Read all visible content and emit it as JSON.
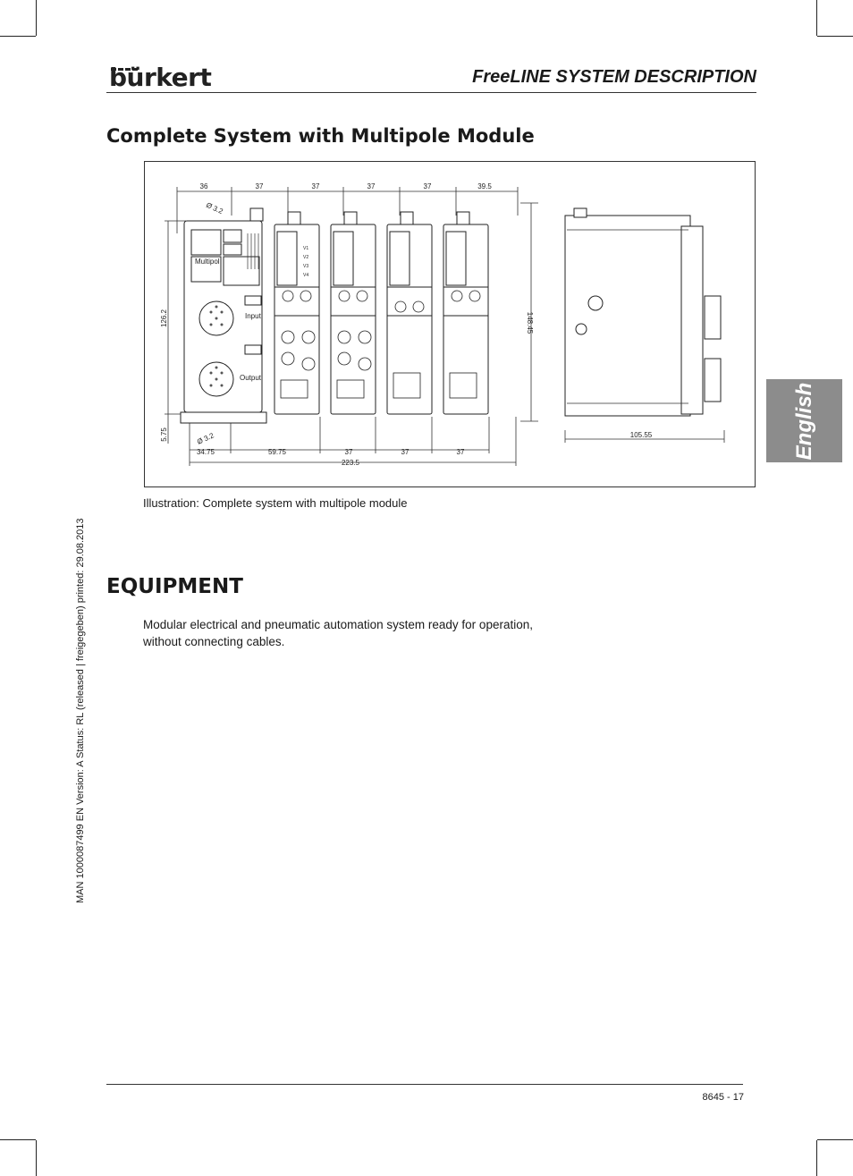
{
  "header": {
    "logo_text": "bürkert",
    "title": "FreeLINE SYSTEM DESCRIPTION"
  },
  "section1": {
    "heading": "Complete System with Multipole Module"
  },
  "figure": {
    "caption": "Illustration: Complete system with multipole module",
    "dims_top": [
      "36",
      "37",
      "37",
      "37",
      "37",
      "39.5"
    ],
    "dims_bottom": [
      "34.75",
      "59.75",
      "37",
      "37",
      "37"
    ],
    "dim_total": "223.5",
    "dim_height": "126.2",
    "dim_height_full": "148.45",
    "dim_small": "5.75",
    "dim_side": "105.55",
    "hole_label": "Ø 3.2",
    "module_label": "Multipol",
    "input_label": "Input",
    "output_label": "Output",
    "valve_labels": [
      "V1",
      "V2",
      "V3",
      "V4"
    ]
  },
  "section2": {
    "heading": "EQUIPMENT",
    "body": "Modular electrical and pneumatic automation system ready for operation, without connecting cables."
  },
  "side_tab": {
    "label": "English"
  },
  "meta": {
    "vertical_text": "MAN  1000087499  EN  Version: A  Status: RL (released | freigegeben)  printed: 29.08.2013"
  },
  "footer": {
    "page": "8645  -  17"
  }
}
